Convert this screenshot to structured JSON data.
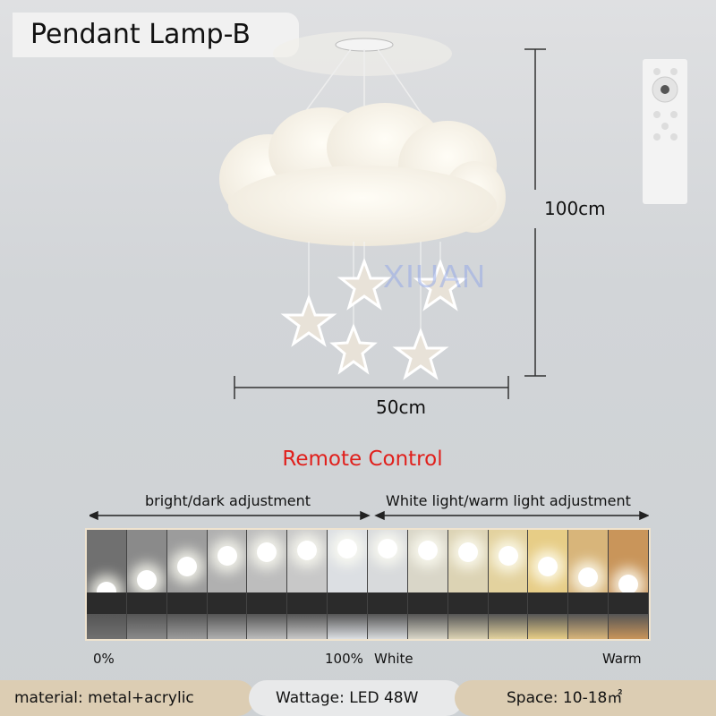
{
  "title": "Pendant Lamp-B",
  "dimensions": {
    "height": "100cm",
    "width": "50cm"
  },
  "watermark": "XIUAN",
  "remote_heading": "Remote Control",
  "adjustments": {
    "left": "bright/dark adjustment",
    "right": "White light/warm light adjustment"
  },
  "scale_labels": {
    "min": "0%",
    "max": "100%",
    "white": "White",
    "warm": "Warm"
  },
  "panels": [
    "#707070",
    "#8a8a8a",
    "#9c9c9c",
    "#b0b0b0",
    "#bdbdbd",
    "#c8c8c8",
    "#dcdfe3",
    "#d8dadc",
    "#d9d6c8",
    "#dcd3b4",
    "#e3d29e",
    "#e7cd86",
    "#d8b57a",
    "#c9955a"
  ],
  "specs": {
    "material": "material: metal+acrylic",
    "wattage": "Wattage: LED 48W",
    "space": "Space: 10-18㎡"
  },
  "colors": {
    "heading": "#e0201c",
    "pill_beige": "#dccdb3",
    "pill_light": "#e8e9ea"
  }
}
